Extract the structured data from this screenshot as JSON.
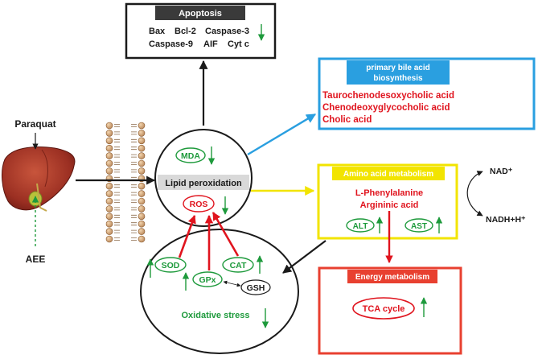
{
  "inputs": {
    "paraquat": "Paraquat",
    "aee": "AEE"
  },
  "apoptosis": {
    "title": "Apoptosis",
    "row1": [
      "Bax",
      "Bcl-2",
      "Caspase-3"
    ],
    "row2": [
      "Caspase-9",
      "AIF",
      "Cyt c"
    ],
    "trend": "down"
  },
  "lipid": {
    "mda": "MDA",
    "label": "Lipid peroxidation",
    "ros": "ROS"
  },
  "oxidative": {
    "sod": "SOD",
    "cat": "CAT",
    "gpx": "GPx",
    "gsh": "GSH",
    "label": "Oxidative stress"
  },
  "bile": {
    "title_line1": "primary bile acid",
    "title_line2": "biosynthesis",
    "items": [
      "Taurochenodesoxycholic acid",
      "Chenodeoxyglycocholic acid",
      "Cholic acid"
    ]
  },
  "amino": {
    "title": "Amino acid metabolism",
    "items": [
      "L-Phenylalanine",
      "Argininic acid"
    ],
    "alt": "ALT",
    "ast": "AST"
  },
  "energy": {
    "title": "Energy metabolism",
    "tca": "TCA cycle"
  },
  "cofactors": {
    "nad": "NAD⁺",
    "nadh": "NADH+H⁺"
  },
  "colors": {
    "black": "#1a1a1a",
    "green": "#1e9a3c",
    "red": "#e0141e",
    "blue": "#2a9fe0",
    "yellow": "#f2e400",
    "energy_red": "#e84030",
    "grey_label": "#d9d9d9",
    "apoptosis_header": "#3a3a3a"
  }
}
